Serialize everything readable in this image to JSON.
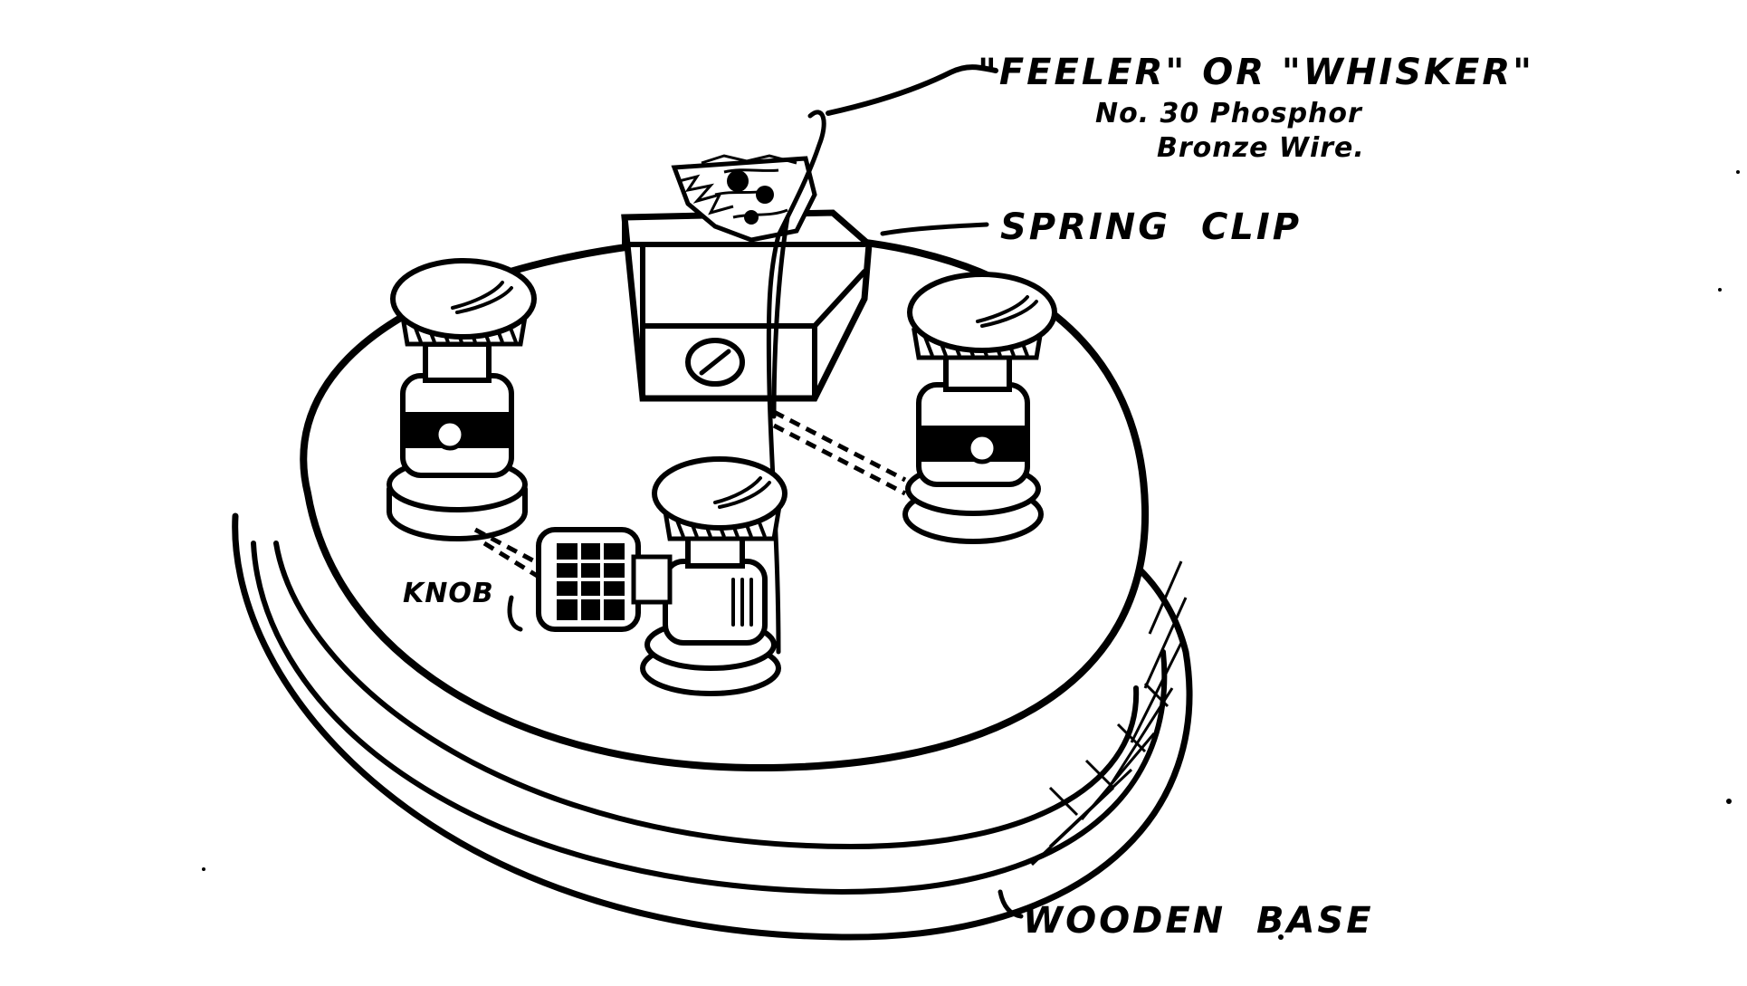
{
  "labels": {
    "feeler": "\"FEELER\" OR \"WHISKER\"",
    "wire_line1": "No. 30 Phosphor",
    "wire_line2": "Bronze Wire.",
    "spring_clip": "SPRING  CLIP",
    "knob": "KNOB",
    "wooden_base": "WOODEN  BASE"
  },
  "colors": {
    "ink": "#000000",
    "paper": "#ffffff"
  }
}
